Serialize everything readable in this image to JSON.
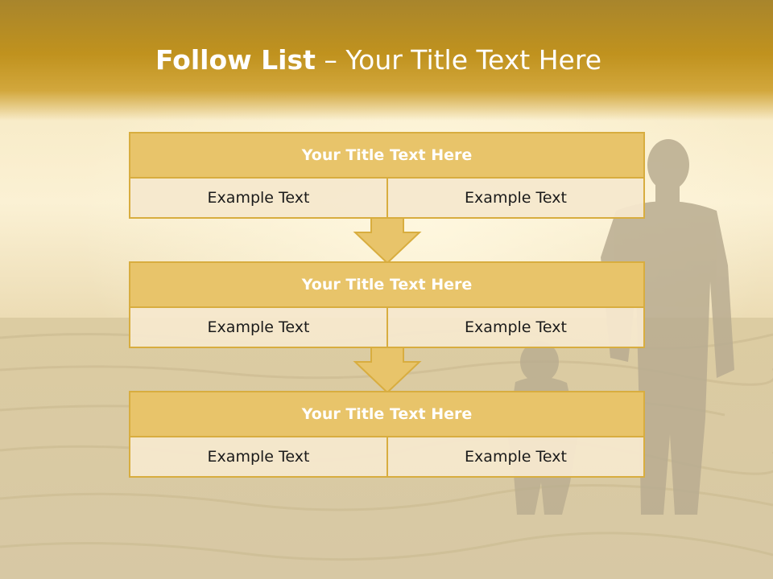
{
  "slide": {
    "title_bold": "Follow List",
    "title_separator": " – ",
    "title_rest": "Your Title Text Here"
  },
  "blocks": [
    {
      "title": "Your Title Text Here",
      "left": "Example Text",
      "right": "Example Text"
    },
    {
      "title": "Your Title Text Here",
      "left": "Example Text",
      "right": "Example Text"
    },
    {
      "title": "Your Title Text Here",
      "left": "Example Text",
      "right": "Example Text"
    }
  ],
  "colors": {
    "header": "#c0921e",
    "block_head": "#e8c46a",
    "block_border": "#d8ad3f",
    "block_cell": "#f6e8cd",
    "arrow": "#e8c46a"
  }
}
